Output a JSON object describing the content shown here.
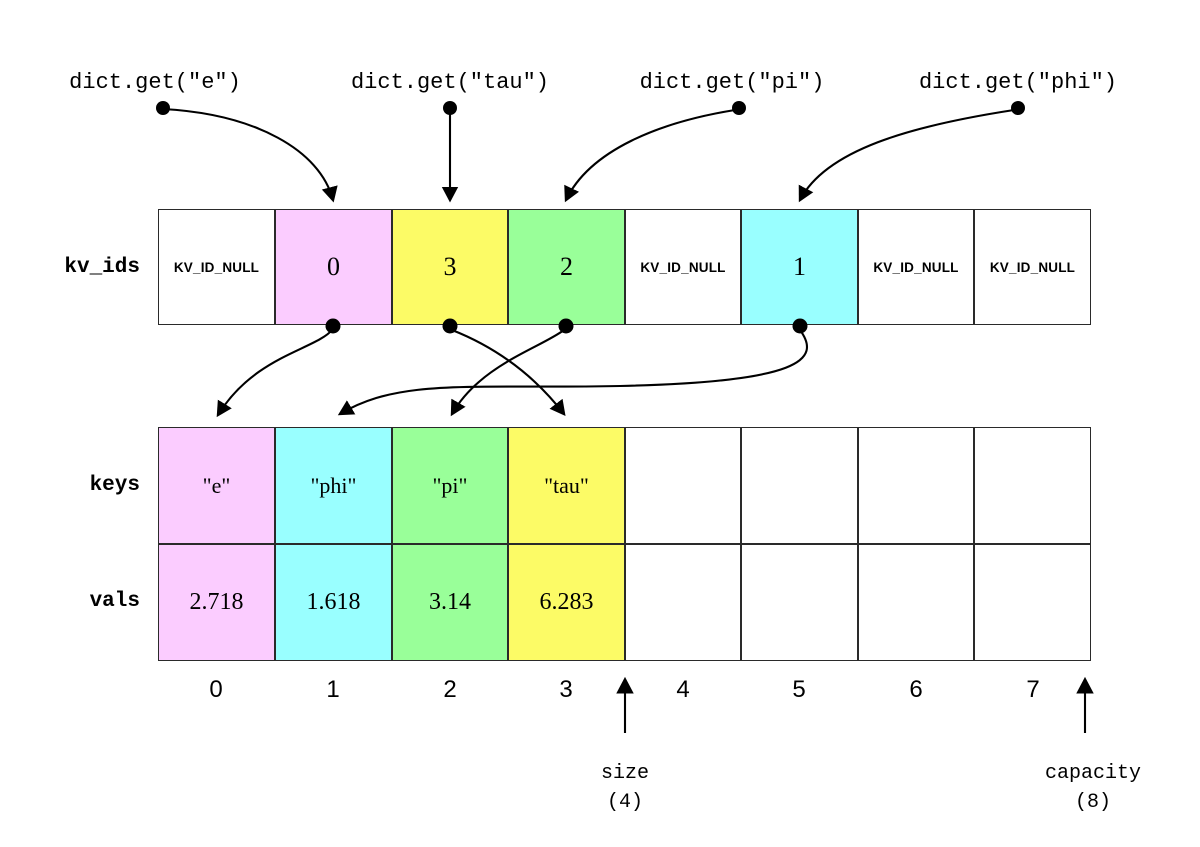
{
  "diagram": {
    "title": "Open-addressing dict internals: kv_ids index table with parallel keys/vals arrays",
    "colors": {
      "pink": "#FBCCFF",
      "yellow": "#FCFB66",
      "green": "#99FF99",
      "cyan": "#99FFFF",
      "white": "#FFFFFF",
      "stroke": "#2a2a2a",
      "text": "#000000"
    }
  },
  "calls": [
    {
      "label": "dict.get(\"e\")",
      "target_slot": 1
    },
    {
      "label": "dict.get(\"tau\")",
      "target_slot": 2
    },
    {
      "label": "dict.get(\"pi\")",
      "target_slot": 3
    },
    {
      "label": "dict.get(\"phi\")",
      "target_slot": 5
    }
  ],
  "rows": {
    "kv_ids": {
      "label": "kv_ids",
      "cells": [
        {
          "value": "KV_ID_NULL",
          "kind": "null",
          "color": "white"
        },
        {
          "value": "0",
          "kind": "id",
          "color": "pink"
        },
        {
          "value": "3",
          "kind": "id",
          "color": "yellow"
        },
        {
          "value": "2",
          "kind": "id",
          "color": "green"
        },
        {
          "value": "KV_ID_NULL",
          "kind": "null",
          "color": "white"
        },
        {
          "value": "1",
          "kind": "id",
          "color": "cyan"
        },
        {
          "value": "KV_ID_NULL",
          "kind": "null",
          "color": "white"
        },
        {
          "value": "KV_ID_NULL",
          "kind": "null",
          "color": "white"
        }
      ]
    },
    "keys": {
      "label": "keys",
      "cells": [
        {
          "value": "\"e\"",
          "color": "pink"
        },
        {
          "value": "\"phi\"",
          "color": "cyan"
        },
        {
          "value": "\"pi\"",
          "color": "green"
        },
        {
          "value": "\"tau\"",
          "color": "yellow"
        },
        {
          "value": "",
          "color": "white"
        },
        {
          "value": "",
          "color": "white"
        },
        {
          "value": "",
          "color": "white"
        },
        {
          "value": "",
          "color": "white"
        }
      ]
    },
    "vals": {
      "label": "vals",
      "cells": [
        {
          "value": "2.718",
          "color": "pink"
        },
        {
          "value": "1.618",
          "color": "cyan"
        },
        {
          "value": "3.14",
          "color": "green"
        },
        {
          "value": "6.283",
          "color": "yellow"
        },
        {
          "value": "",
          "color": "white"
        },
        {
          "value": "",
          "color": "white"
        },
        {
          "value": "",
          "color": "white"
        },
        {
          "value": "",
          "color": "white"
        }
      ]
    }
  },
  "indices": [
    "0",
    "1",
    "2",
    "3",
    "4",
    "5",
    "6",
    "7"
  ],
  "pointer_links": [
    {
      "from_slot": 1,
      "to_slot": 0
    },
    {
      "from_slot": 2,
      "to_slot": 3
    },
    {
      "from_slot": 3,
      "to_slot": 2
    },
    {
      "from_slot": 5,
      "to_slot": 1
    }
  ],
  "annotations": {
    "size": {
      "name": "size",
      "value": "(4)",
      "at_boundary": 4
    },
    "capacity": {
      "name": "capacity",
      "value": "(8)",
      "at_boundary": 8
    }
  }
}
